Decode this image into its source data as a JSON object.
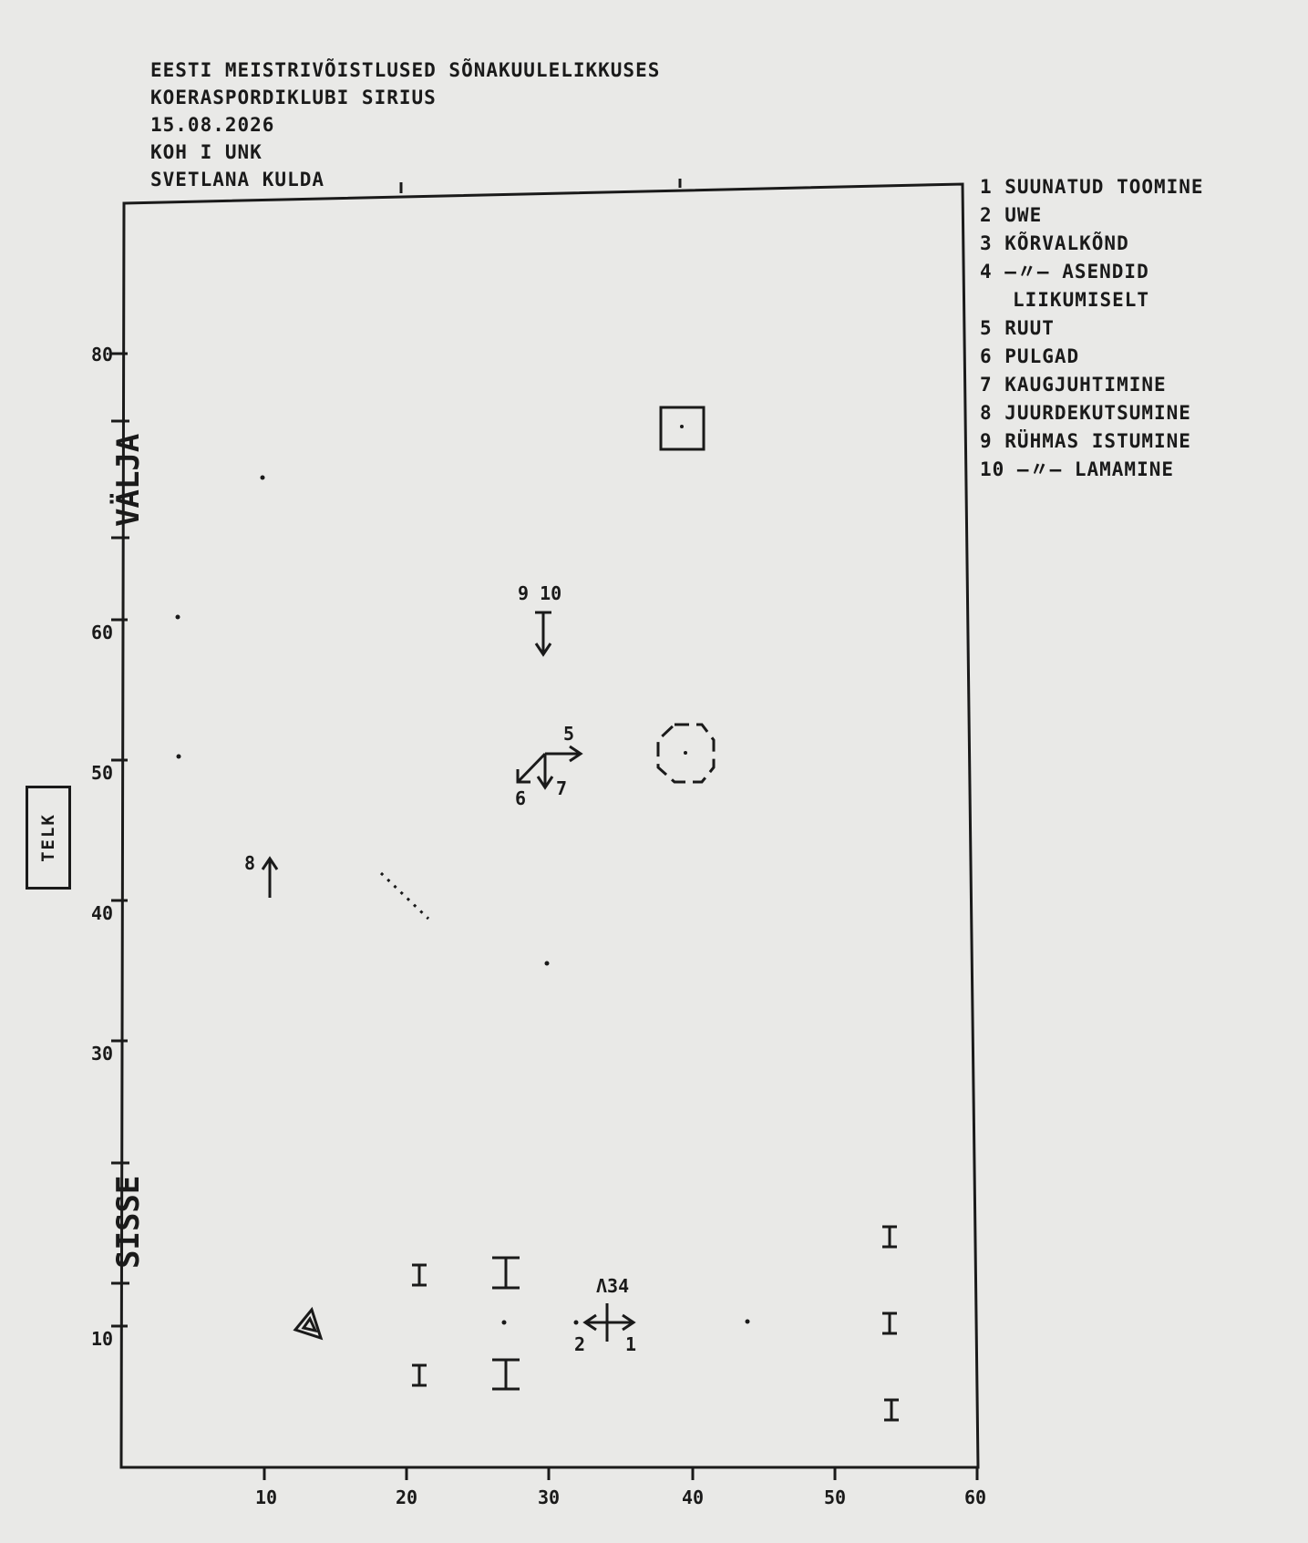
{
  "header": {
    "title": "EESTI MEISTRIVÕISTLUSED SÕNAKUULELIKKUSES",
    "club": "KOERASPORDIKLUBI SIRIUS",
    "date": "15.08.2026",
    "class": "KOH I UNK",
    "judge": "SVETLANA KULDA"
  },
  "legend": [
    "1 SUUNATUD TOOMINE",
    "2 UWE",
    "3 KÕRVALKÕND",
    "4 —〃— ASENDID",
    "LIIKUMISELT",
    "5 RUUT",
    "6 PULGAD",
    "7 KAUGJUHTIMINE",
    "8 JUURDEKUTSUMINE",
    "9 RÜHMAS ISTUMINE",
    "10 —〃— LAMAMINE"
  ],
  "side_labels": {
    "exit": "VÄLJA",
    "entry": "SISSE",
    "tent": "TELK"
  },
  "axes": {
    "x_ticks": [
      "10",
      "20",
      "30",
      "40",
      "50",
      "60"
    ],
    "y_ticks": [
      "10",
      "30",
      "40",
      "50",
      "60",
      "80"
    ]
  },
  "markers": {
    "group_exercises": "9 10",
    "square_label": "5",
    "sticks_label": "6",
    "distance_label": "7",
    "recall_label": "8",
    "heeling_label": "Λ34",
    "retrieve_label": "1",
    "uwe_label": "2"
  }
}
